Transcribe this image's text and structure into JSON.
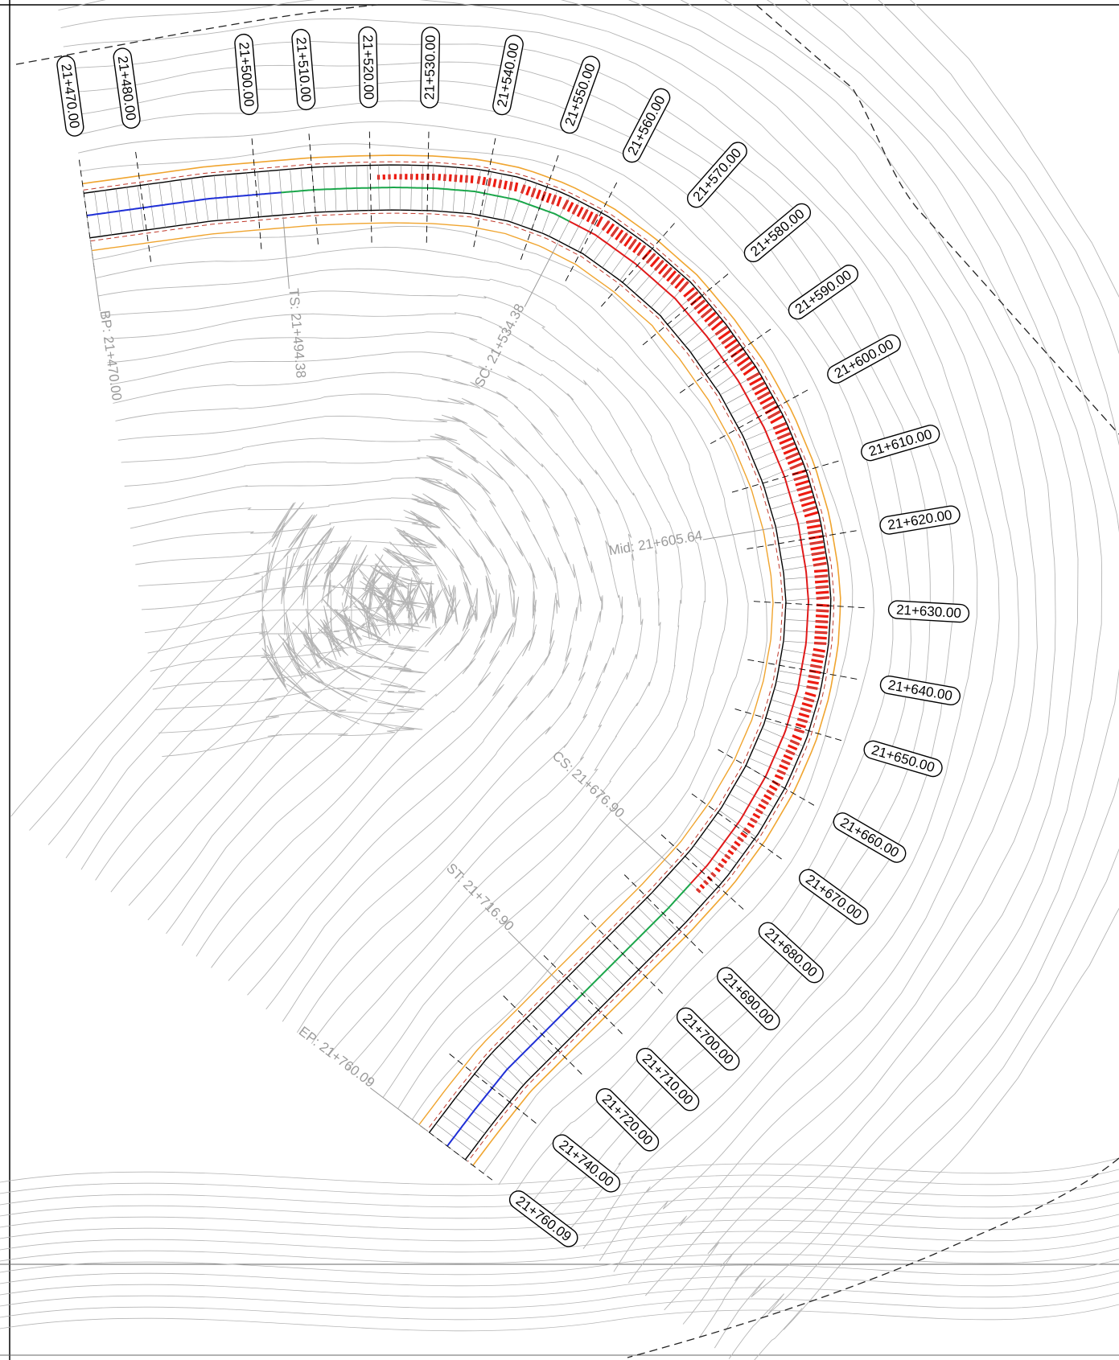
{
  "drawing": {
    "key_points": [
      {
        "id": "bp",
        "text": "BP: 21+470.00"
      },
      {
        "id": "ts",
        "text": "TS: 21+494.38"
      },
      {
        "id": "sc",
        "text": "SC: 21+534.38"
      },
      {
        "id": "mid",
        "text": "Mid: 21+605.64"
      },
      {
        "id": "cs",
        "text": "CS: 21+676.90"
      },
      {
        "id": "st",
        "text": "ST: 21+716.90"
      },
      {
        "id": "ep",
        "text": "EP: 21+760.09"
      }
    ],
    "station_labels": [
      "21+470.00",
      "21+480.00",
      "21+500.00",
      "21+510.00",
      "21+520.00",
      "21+530.00",
      "21+540.00",
      "21+550.00",
      "21+560.00",
      "21+570.00",
      "21+580.00",
      "21+590.00",
      "21+600.00",
      "21+610.00",
      "21+620.00",
      "21+630.00",
      "21+640.00",
      "21+650.00",
      "21+660.00",
      "21+670.00",
      "21+680.00",
      "21+690.00",
      "21+700.00",
      "21+710.00",
      "21+720.00",
      "21+740.00",
      "21+760.09"
    ],
    "colors": {
      "tangent": "#1f2fd6",
      "spiral": "#1aa64a",
      "curve": "#e01a1a",
      "cut_fill": "#ef1a10",
      "contour": "#b5b5b5",
      "grading": "#f0a530",
      "edge": "#000000"
    }
  }
}
